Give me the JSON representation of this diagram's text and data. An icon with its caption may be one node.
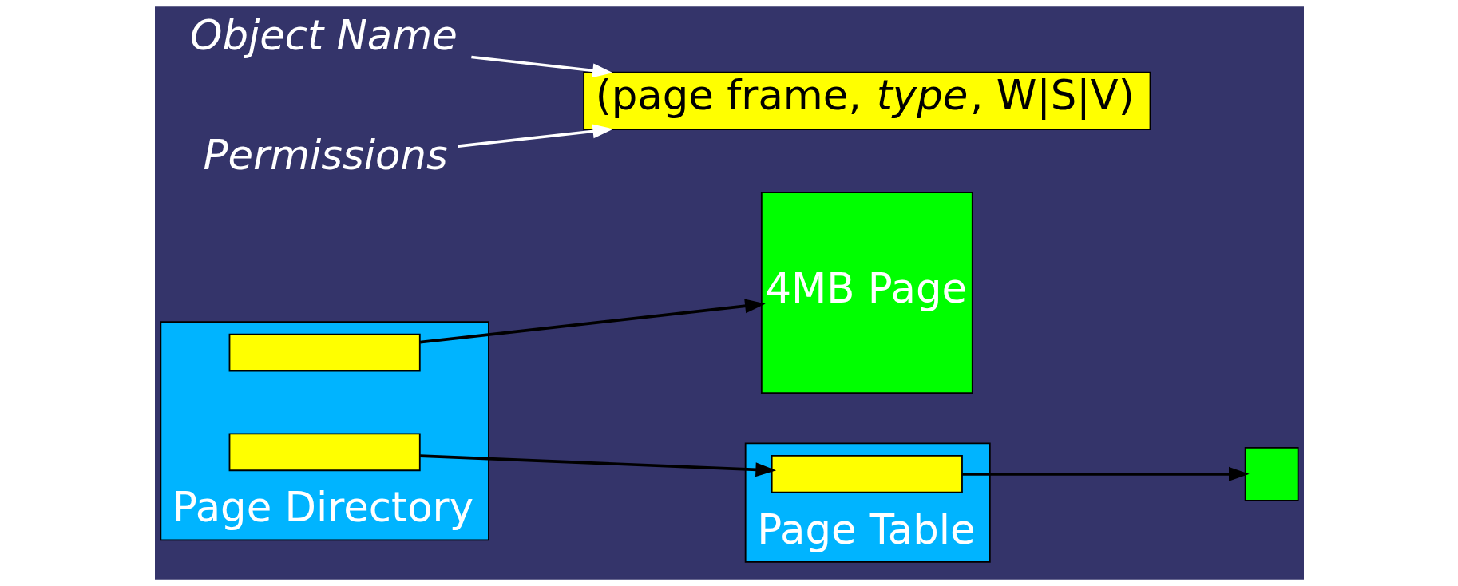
{
  "diagram": {
    "nodes": [
      {
        "text": [
          "Page Directory"
        ]
      },
      {
        "text": [],
        "shape": "box",
        "in": 0
      },
      {
        "text": [],
        "shape": "box",
        "in": 0
      },
      {
        "text": [
          "4MB Page"
        ]
      },
      {
        "text": [
          "Page Table"
        ]
      },
      {
        "text": [],
        "shape": "box",
        "in": 4
      },
      {
        "text": [],
        "shape": "box"
      },
      {
        "text": [
          "(page frame, *type*, W|S|V)"
        ]
      },
      {
        "text": [
          "Object Name"
        ]
      },
      {
        "text": [
          "Permissions"
        ]
      }
    ],
    "edges": [
      {
        "from": 1,
        "to": 3,
        "arrow": "to"
      },
      {
        "from": 2,
        "to": 5,
        "arrow": "to"
      },
      {
        "from": 5,
        "to": 6,
        "arrow": "to"
      },
      {
        "from": 8,
        "to": 7,
        "arrow": "to",
        "color": "#ffffff"
      },
      {
        "from": 9,
        "to": 7,
        "arrow": "to",
        "color": "#ffffff"
      }
    ]
  }
}
